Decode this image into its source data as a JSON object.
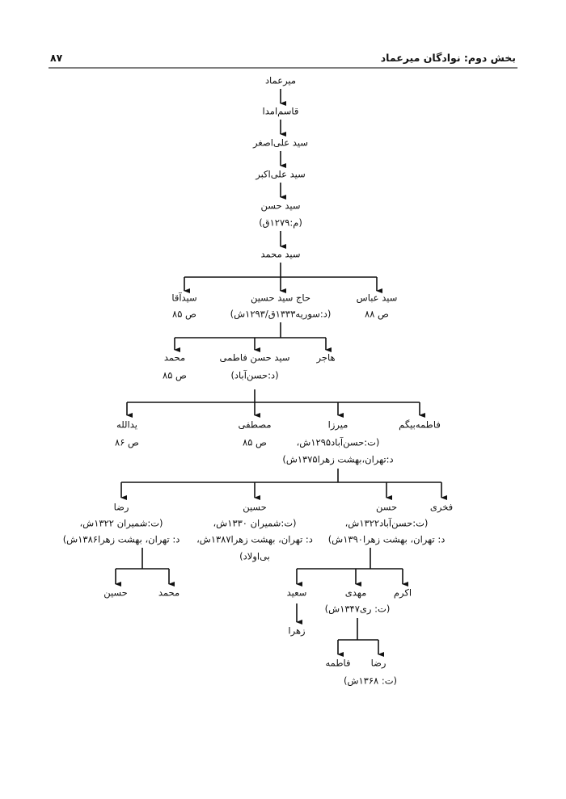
{
  "header": {
    "section_title": "بخش دوم: نوادگان میرعماد",
    "page_number": "۸۷"
  },
  "tree": {
    "mir_emad": "میرعماد",
    "qasem": "قاسم‌امدا",
    "ali_asghar": "سید علی‌اصغر",
    "ali_akbar": "سید علی‌اکبر",
    "hasan": {
      "name": "سید حسن",
      "note": "(م:۱۲۷۹ق)"
    },
    "mohammad": "سید محمد",
    "seyed_agha": {
      "name": "سیدآقا",
      "ref": "ص ۸۵"
    },
    "haj_hossein": {
      "name": "حاج سید حسین",
      "note": "(د:سوریه۱۳۳۳ق/۱۲۹۳ش)"
    },
    "seyed_abbas": {
      "name": "سید عباس",
      "ref": "ص ۸۸"
    },
    "mohammad2": {
      "name": "محمد",
      "ref": "ص ۸۵"
    },
    "hasan_fatemi": {
      "name": "سید حسن فاطمی",
      "note": "(د:حسن‌آباد)"
    },
    "hajar": "هاجر",
    "yadollah": {
      "name": "یدالله",
      "ref": "ص ۸۶"
    },
    "mostafa": {
      "name": "مصطفی",
      "ref": "ص ۸۵"
    },
    "mirza": {
      "name": "میرزا",
      "note1": "(ت:حسن‌آباد۱۲۹۵ش،",
      "note2": "د:تهران،بهشت زهرا۱۳۷۵ش)"
    },
    "fatemeh_begum": "فاطمه‌بیگم",
    "reza": {
      "name": "رضا",
      "note1": "(ت:شمیران ۱۳۲۲ش،",
      "note2": "د: تهران، بهشت زهرا۱۳۸۶ش)"
    },
    "hossein": {
      "name": "حسین",
      "note1": "(ت:شمیران ۱۳۳۰ش،",
      "note2": "د: تهران، بهشت زهرا۱۳۸۷ش،",
      "note3": "بی‌اولاد)"
    },
    "hasan2": {
      "name": "حسن",
      "note1": "(ت:حسن‌آباد۱۳۲۲ش،",
      "note2": "د: تهران، بهشت زهرا۱۳۹۰ش)"
    },
    "fakhri": "فخری",
    "hossein2": "حسین",
    "mohammad3": "محمد",
    "saeed": "سعید",
    "mahdi": {
      "name": "مهدی",
      "note": "(ت: ری۱۳۴۷ش)"
    },
    "akram": "اکرم",
    "zahra": "زهرا",
    "fatemeh": "فاطمه",
    "reza2": {
      "name": "رضا",
      "note": "(ت: ۱۳۶۸ش)"
    }
  }
}
